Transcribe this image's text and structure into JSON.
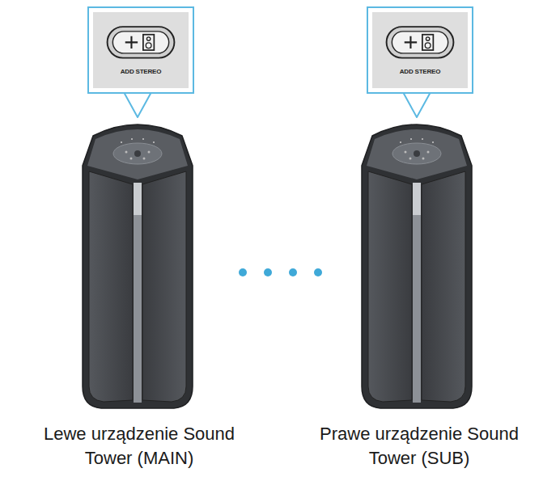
{
  "diagram": {
    "nodes": [
      {
        "text": [
          "ADD STEREO"
        ]
      },
      {
        "text": [
          "ADD STEREO"
        ]
      }
    ],
    "labels": [
      "Lewe urządzenie Sound Tower (MAIN)",
      "Prawe urządzenie Sound Tower (SUB)"
    ]
  }
}
